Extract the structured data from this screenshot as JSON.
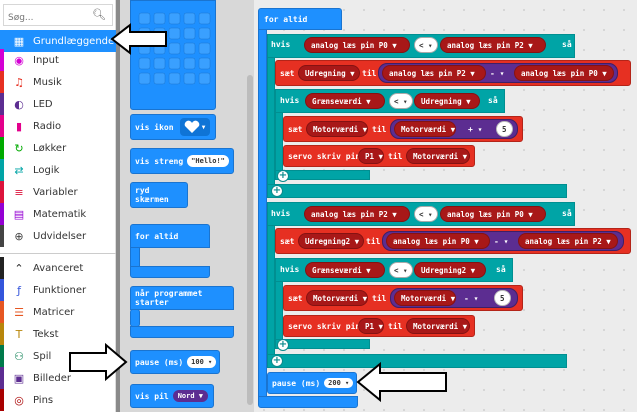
{
  "search": {
    "placeholder": "Søg..."
  },
  "categories": [
    {
      "label": "Grundlæggende",
      "color": "#1e90ff",
      "icon": "grid-icon"
    },
    {
      "label": "Input",
      "color": "#d400d4",
      "icon": "target-icon"
    },
    {
      "label": "Musik",
      "color": "#e63022",
      "icon": "headphones-icon"
    },
    {
      "label": "LED",
      "color": "#5c2d91",
      "icon": "toggle-icon"
    },
    {
      "label": "Radio",
      "color": "#e3008c",
      "icon": "signal-icon"
    },
    {
      "label": "Løkker",
      "color": "#00aa00",
      "icon": "refresh-icon"
    },
    {
      "label": "Logik",
      "color": "#00a4a6",
      "icon": "shuffle-icon"
    },
    {
      "label": "Variabler",
      "color": "#dc143c",
      "icon": "list-icon"
    },
    {
      "label": "Matematik",
      "color": "#9400d3",
      "icon": "calculator-icon"
    },
    {
      "label": "Udvidelser",
      "color": "#444444",
      "icon": "plus-circle-icon"
    },
    {
      "label": "Avanceret",
      "color": "#222222",
      "icon": "chevron-up-icon"
    },
    {
      "label": "Funktioner",
      "color": "#3455db",
      "icon": "function-icon"
    },
    {
      "label": "Matricer",
      "color": "#e65722",
      "icon": "array-icon"
    },
    {
      "label": "Tekst",
      "color": "#b8860b",
      "icon": "text-icon"
    },
    {
      "label": "Spil",
      "color": "#007a4b",
      "icon": "gamepad-icon"
    },
    {
      "label": "Billeder",
      "color": "#5c2d91",
      "icon": "image-icon"
    },
    {
      "label": "Pins",
      "color": "#a80000",
      "icon": "pins-icon"
    }
  ],
  "flyout": {
    "show_icon": "vis ikon",
    "show_string": "vis streng",
    "hello": "\"Hello!\"",
    "clear": "ryd skærmen",
    "forever": "for altid",
    "on_start": "når programmet starter",
    "pause": "pause (ms)",
    "pause_val": "100",
    "show_arrow": "vis pil",
    "arrow_val": "Nord"
  },
  "program": {
    "forever": "for altid",
    "if1": {
      "kw": "hvis",
      "then": "så",
      "left": "analog læs pin",
      "left_pin": "P0",
      "op": "<",
      "right": "analog læs pin",
      "right_pin": "P2"
    },
    "set1": {
      "kw": "sæt",
      "var": "Udregning",
      "to": "til",
      "a": "analog læs pin",
      "a_pin": "P2",
      "op": "-",
      "b": "analog læs pin",
      "b_pin": "P0"
    },
    "if1b": {
      "kw": "hvis",
      "left": "Grænseværdi",
      "op": "<",
      "right": "Udregning",
      "then": "så"
    },
    "set2": {
      "kw": "sæt",
      "var": "Motorværdi",
      "to": "til",
      "a": "Motorværdi",
      "op": "+",
      "num": "5"
    },
    "servo1": {
      "kw": "servo skriv pin",
      "pin": "P1",
      "to": "til",
      "var": "Motorværdi"
    },
    "if2": {
      "kw": "hvis",
      "then": "så",
      "left": "analog læs pin",
      "left_pin": "P2",
      "op": "<",
      "right": "analog læs pin",
      "right_pin": "P0"
    },
    "set3": {
      "kw": "sæt",
      "var": "Udregning2",
      "to": "til",
      "a": "analog læs pin",
      "a_pin": "P0",
      "op": "-",
      "b": "analog læs pin",
      "b_pin": "P2"
    },
    "if2b": {
      "kw": "hvis",
      "left": "Grænseværdi",
      "op": "<",
      "right": "Udregning2",
      "then": "så"
    },
    "set4": {
      "kw": "sæt",
      "var": "Motorværdi",
      "to": "til",
      "a": "Motorværdi",
      "op": "-",
      "num": "5"
    },
    "servo2": {
      "kw": "servo skriv pin",
      "pin": "P1",
      "to": "til",
      "var": "Motorværdi"
    },
    "pause": {
      "kw": "pause (ms)",
      "val": "200"
    }
  }
}
